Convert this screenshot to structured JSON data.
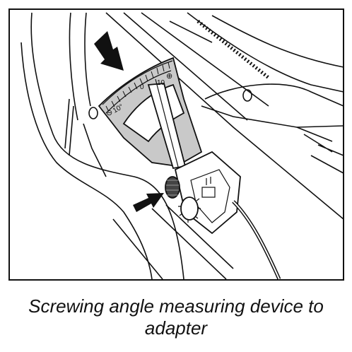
{
  "figure": {
    "caption_line1": "Screwing angle measuring device to",
    "caption_line2": "adapter",
    "scale": {
      "left_label": "10°",
      "center_label": "0",
      "right_label": "10",
      "minus_symbol": "⊖",
      "plus_symbol": "⊕"
    }
  },
  "colors": {
    "line": "#111111",
    "gauge_fill": "#c9c9c9",
    "background": "#ffffff"
  }
}
